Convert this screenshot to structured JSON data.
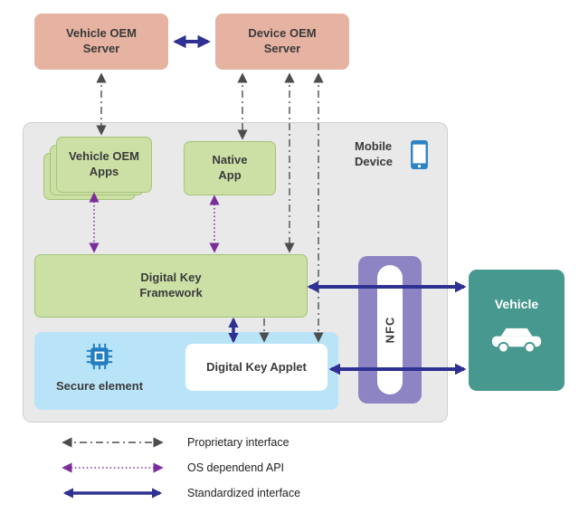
{
  "nodes": {
    "vehicle_oem_server": {
      "label": "Vehicle OEM Server"
    },
    "device_oem_server": {
      "label": "Device OEM Server"
    },
    "mobile_device": {
      "label": "Mobile Device"
    },
    "vehicle_oem_apps": {
      "label": "Vehicle OEM Apps"
    },
    "native_app": {
      "label": "Native App"
    },
    "digital_key_framework": {
      "label": "Digital Key Framework"
    },
    "secure_element": {
      "label": "Secure element"
    },
    "digital_key_applet": {
      "label": "Digital Key Applet"
    },
    "nfc": {
      "label": "NFC"
    },
    "vehicle": {
      "label": "Vehicle"
    }
  },
  "legend": [
    {
      "style": "dash-dot-gray",
      "label": "Proprietary interface"
    },
    {
      "style": "dotted-purple",
      "label": "OS dependend API"
    },
    {
      "style": "solid-blue",
      "label": "Standardized interface"
    }
  ],
  "colors": {
    "server_box": "#e6b3a2",
    "app_box": "#cce0a6",
    "mobile_panel": "#e9e9ea",
    "secure_element": "#b9e4f8",
    "nfc_purple": "#8d84c4",
    "vehicle_teal": "#47988e",
    "arrow_gray": "#4d4d4d",
    "arrow_purple": "#7b2d9b",
    "arrow_blue": "#2e3192",
    "icon_blue": "#2d82c4"
  }
}
